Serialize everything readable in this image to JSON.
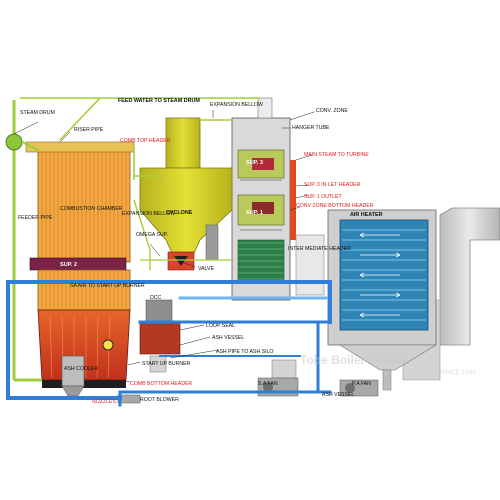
{
  "labels": {
    "feed_water": "FEED WATER TO STEAM DRUM",
    "expansion_bellow_top": "EXPANSION BELLOW",
    "conv_zone": "CONV. ZONE",
    "steam_drum": "STEAM DRUM",
    "riser_pipe": "RISER PIPE",
    "comb_top_header": "COMB TOP HEADER",
    "hanger_tube": "HANGER TUBE",
    "main_steam": "MAIN STEAM   TO TURBINE",
    "sup3": "SUP. 3",
    "sup3_inlet": "SUP. 3 IN LET HEADER",
    "sup1_outlet": "SUP. 1 OUTLET",
    "conv_bottom": "CONV ZONE BOTTOM HEADER",
    "sup1": "SUP. 1",
    "feeder_pipe": "FEEDER PIPE",
    "combustion_chamber": "COMBUSTION CHAMBER",
    "expansion_bellow_mid": "EXPANSION BELLOW",
    "cyclone": "CYCLONE",
    "air_heater": "AIR HEATER",
    "omega_sup": "OMEGA SUP.",
    "inter_header": "INTER MEDIATE HEADER",
    "sup2": "SUP. 2",
    "valve": "VALVE",
    "sa_air": "SA AIR TO START UP BURNER",
    "dcc": "DCC",
    "loop_seal": "LOOP SEAL",
    "ash_vessel": "ASH VESSEL",
    "ash_pipe": "ASH PIPE TO ASH SILO",
    "ash_cooler": "ASH COOLER",
    "start_up_burner": "START UP BURNER",
    "comb_bottom_header": "COMB BOTTOM HEADER",
    "root_blower": "ROOT BLOWER",
    "sa_fan": "S.A FAN",
    "pa_fan": "P.A FAN",
    "ash_vessel_2": "ASH VESSEL",
    "nozzles": "NOZZLES",
    "watermark": "Tobe Boiler Vessel",
    "watermark_sub": "SINCE 1945"
  },
  "colors": {
    "chamber_orange": "#f2a33a",
    "cyclone_yellow": "#d7d22a",
    "sup_maroon": "#7a2248",
    "pipe_blue": "#2f7fd8",
    "pipe_green": "#a4cf3b",
    "heater_blue": "#2a78a8",
    "hot_red": "#e24a1d"
  }
}
